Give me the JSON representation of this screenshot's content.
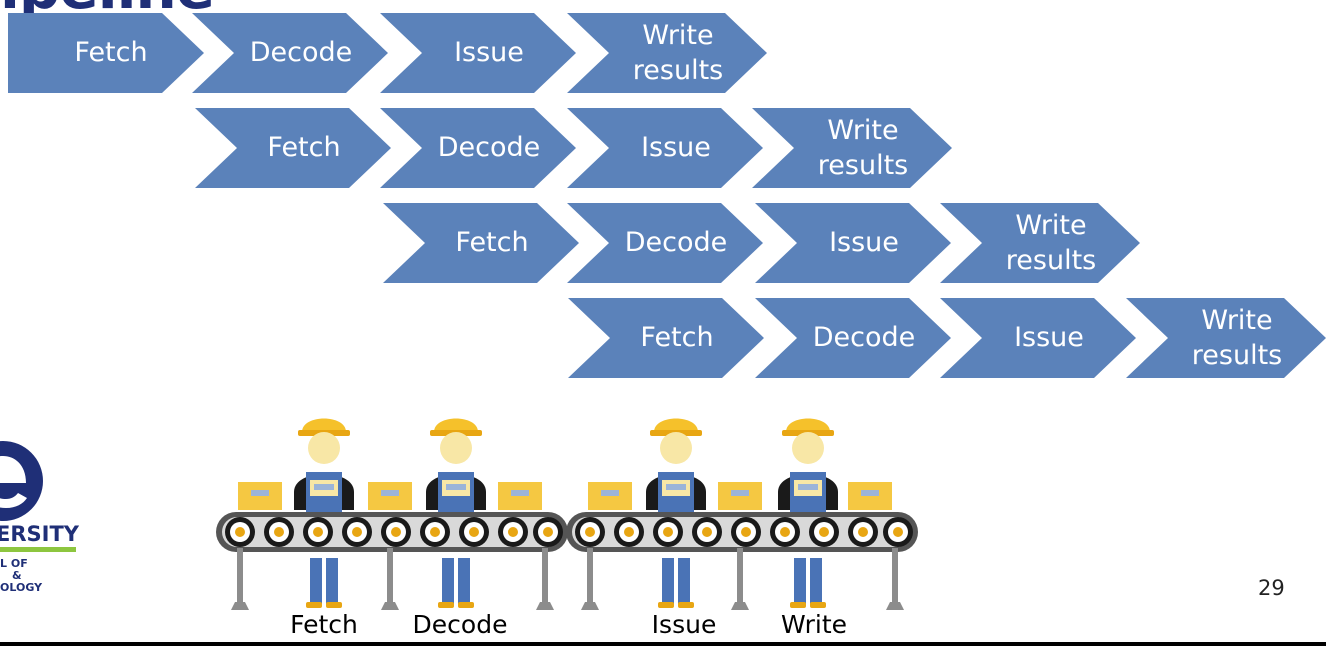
{
  "slide": {
    "title": "ipeline",
    "page_number": "29"
  },
  "pipeline": {
    "rows": [
      [
        "Fetch",
        "Decode",
        "Issue",
        "Write\nresults"
      ],
      [
        "Fetch",
        "Decode",
        "Issue",
        "Write\nresults"
      ],
      [
        "Fetch",
        "Decode",
        "Issue",
        "Write\nresults"
      ],
      [
        "Fetch",
        "Decode",
        "Issue",
        "Write\nresults"
      ]
    ],
    "chevron_color": "#5b82ba"
  },
  "logo": {
    "name": "ERSITY",
    "sub_lines": [
      "L OF",
      "&",
      "OLOGY"
    ],
    "brand_color": "#1f2f77",
    "accent_color": "#8dc63f"
  },
  "workers": {
    "labels": [
      "Fetch",
      "Decode",
      "Issue",
      "Write"
    ]
  }
}
